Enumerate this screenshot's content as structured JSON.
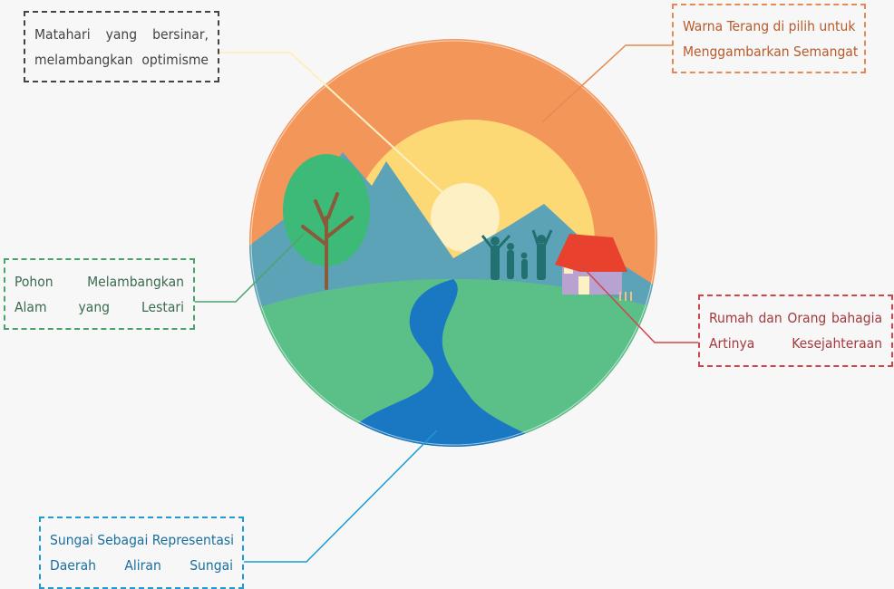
{
  "callouts": {
    "sun": {
      "line1": "Matahari yang bersinar,",
      "line2": "melambangkan optimisme",
      "color": "#444444"
    },
    "colors": {
      "line1": "Warna Terang di pilih untuk",
      "line2": "Menggambarkan Semangat",
      "color": "#e48a54"
    },
    "tree": {
      "line1": "Pohon Melambangkan",
      "line2": "Alam yang Lestari",
      "color": "#4aa36a"
    },
    "house": {
      "line1": "Rumah dan Orang bahagia",
      "line2": "Artinya Kesejahteraan",
      "color": "#d0454a"
    },
    "river": {
      "line1": "Sungai Sebagai Representasi",
      "line2": "Daerah Aliran Sungai",
      "color": "#1b9ad6"
    }
  },
  "palette": {
    "sky": "#f3965a",
    "sun": "#fdd976",
    "mountain": "#5da3b7",
    "hill": "#5bbf88",
    "river": "#1a78c2",
    "tree": "#3dba78",
    "roof": "#e8412d"
  }
}
